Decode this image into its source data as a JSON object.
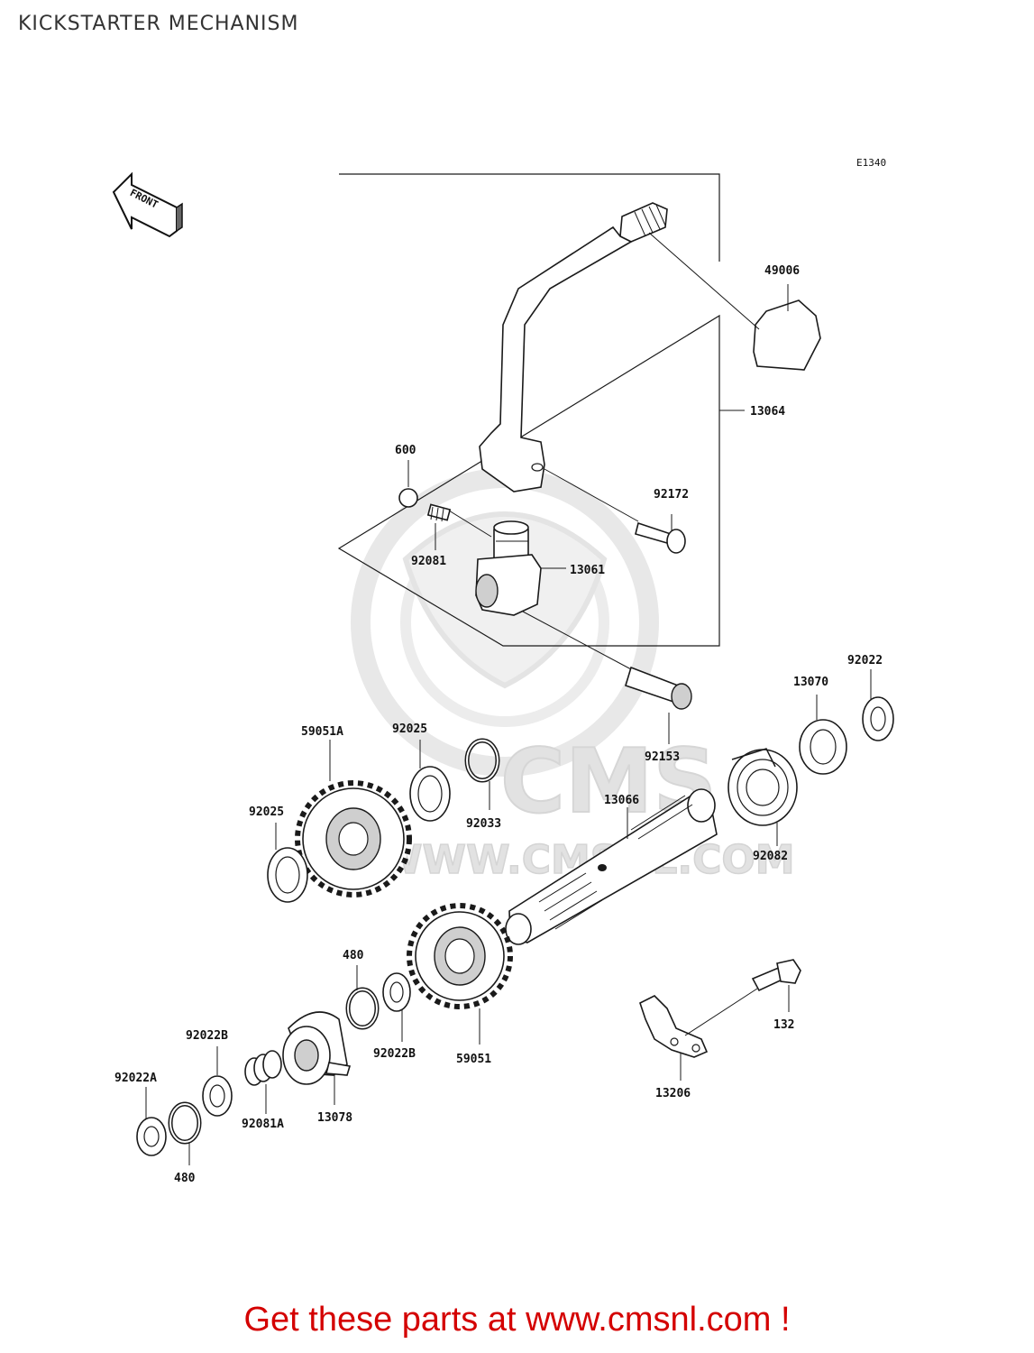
{
  "title": "KICKSTARTER MECHANISM",
  "diagram_code": "E1340",
  "front_label": "FRONT",
  "watermark": {
    "brand": "CMS",
    "site": "WWW.CMSNL.COM"
  },
  "callouts": {
    "p49006": "49006",
    "p13064": "13064",
    "p600": "600",
    "p92172": "92172",
    "p92081": "92081",
    "p13061": "13061",
    "p92022": "92022",
    "p13070": "13070",
    "p59051A": "59051A",
    "p92025_top": "92025",
    "p92153": "92153",
    "p92033": "92033",
    "p13066": "13066",
    "p92025_left": "92025",
    "p92082": "92082",
    "p480_top": "480",
    "p132": "132",
    "p92022B_left": "92022B",
    "p92022B_mid": "92022B",
    "p59051": "59051",
    "p92022A": "92022A",
    "p92081A": "92081A",
    "p13078": "13078",
    "p13206": "13206",
    "p480_bottom": "480"
  },
  "footer": {
    "text": "Get these parts at www.cmsnl.com !"
  },
  "colors": {
    "footer": "#d40000",
    "watermark": "#e6e6e6",
    "ink": "#1a1a1a"
  }
}
